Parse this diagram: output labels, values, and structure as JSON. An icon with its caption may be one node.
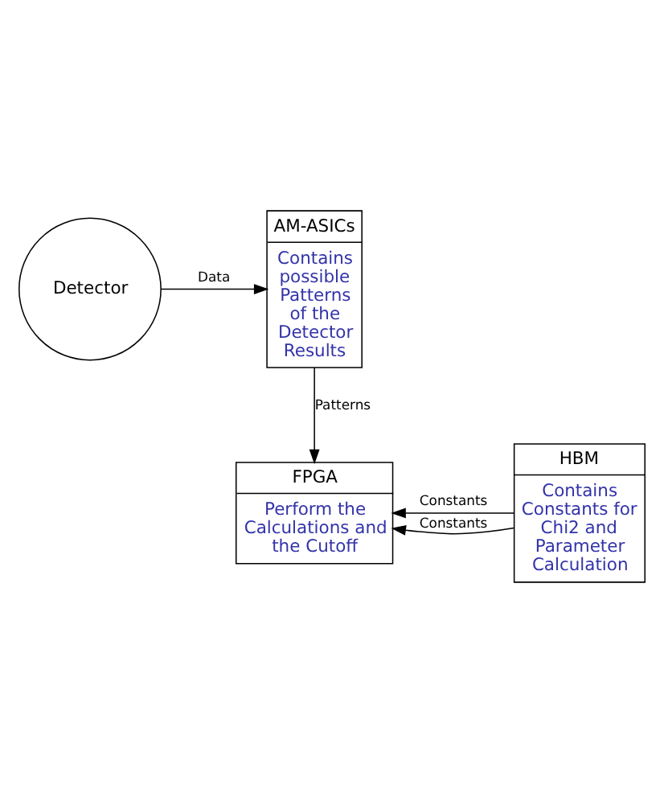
{
  "diagram": {
    "nodes": [
      {
        "text": [
          "Detector"
        ]
      },
      {
        "text": [
          "AM-ASICs",
          "Contains possible Patterns of the Detector Results"
        ]
      },
      {
        "text": [
          "FPGA",
          "Perform the Calculations and the Cutoff"
        ]
      },
      {
        "text": [
          "HBM",
          "Contains Constants for Chi2 and Parameter Calculation"
        ]
      }
    ],
    "edges": [
      {
        "from": 0,
        "to": 1,
        "arrow": "to",
        "label": "Data"
      },
      {
        "from": 1,
        "to": 2,
        "arrow": "to",
        "label": "Patterns"
      },
      {
        "from": 3,
        "to": 2,
        "arrow": "to",
        "label": "Constants"
      },
      {
        "from": 3,
        "to": 2,
        "arrow": "to",
        "label": "Constants"
      }
    ]
  }
}
